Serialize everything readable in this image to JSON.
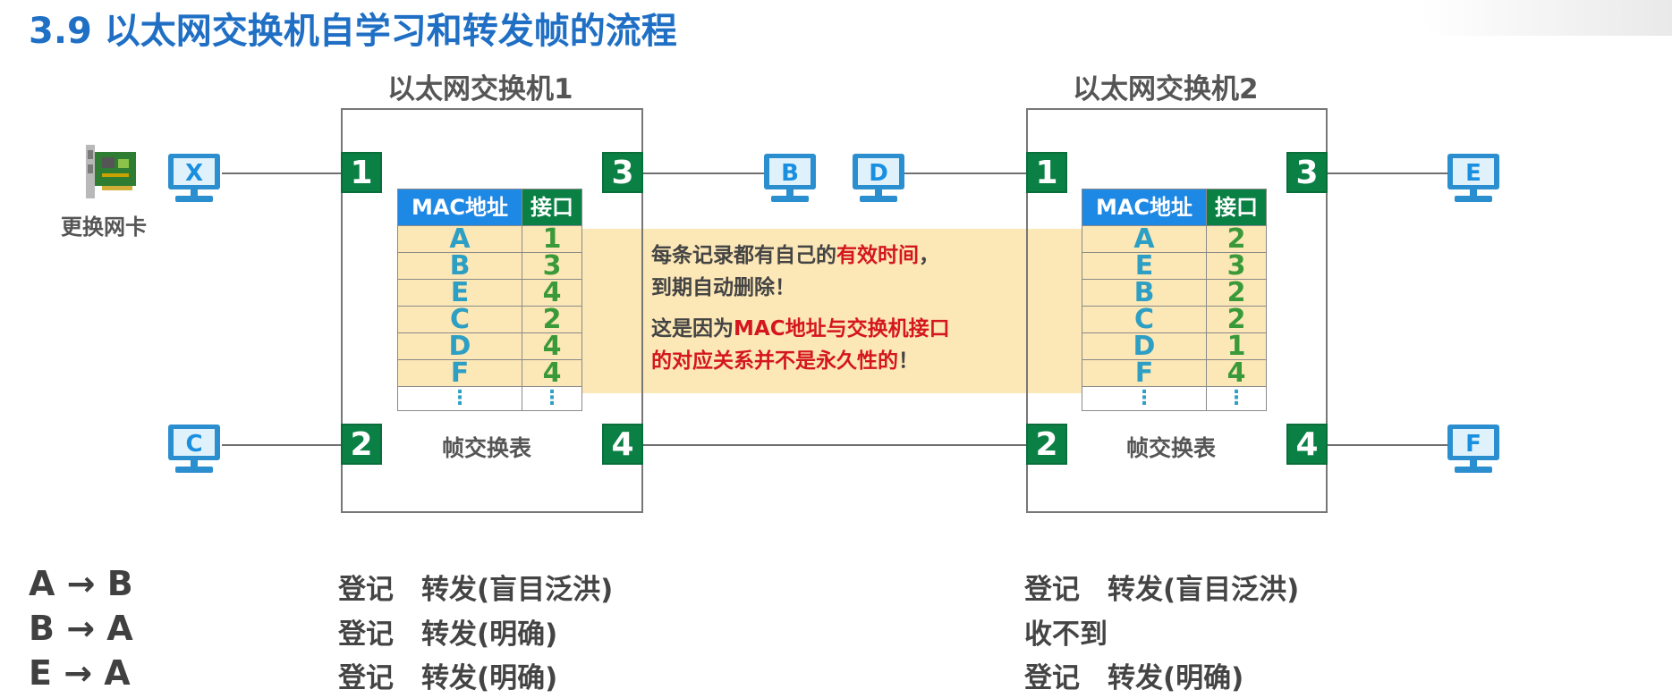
{
  "title": "3.9 以太网交换机自学习和转发帧的流程",
  "switch1": {
    "label": "以太网交换机1",
    "ports": [
      "1",
      "2",
      "3",
      "4"
    ],
    "table": {
      "header_mac": "MAC地址",
      "header_port": "接口",
      "rows": [
        {
          "mac": "A",
          "port": "1"
        },
        {
          "mac": "B",
          "port": "3"
        },
        {
          "mac": "E",
          "port": "4"
        },
        {
          "mac": "C",
          "port": "2"
        },
        {
          "mac": "D",
          "port": "4"
        },
        {
          "mac": "F",
          "port": "4"
        }
      ],
      "ellipsis": "⋮",
      "caption": "帧交换表"
    }
  },
  "switch2": {
    "label": "以太网交换机2",
    "ports": [
      "1",
      "2",
      "3",
      "4"
    ],
    "table": {
      "header_mac": "MAC地址",
      "header_port": "接口",
      "rows": [
        {
          "mac": "A",
          "port": "2"
        },
        {
          "mac": "E",
          "port": "3"
        },
        {
          "mac": "B",
          "port": "2"
        },
        {
          "mac": "C",
          "port": "2"
        },
        {
          "mac": "D",
          "port": "1"
        },
        {
          "mac": "F",
          "port": "4"
        }
      ],
      "ellipsis": "⋮",
      "caption": "帧交换表"
    }
  },
  "hosts": {
    "x": "X",
    "c": "C",
    "b": "B",
    "d": "D",
    "e": "E",
    "f": "F"
  },
  "nic_label": "更换网卡",
  "note": {
    "line1_a": "每条记录都有自己的",
    "line1_red": "有效时间",
    "line1_b": "，",
    "line2": "到期自动删除！",
    "line3_a": "这是因为",
    "line3_red": "MAC地址与交换机接口",
    "line4_red": "的对应关系并不是永久性的",
    "line4_b": "！"
  },
  "flows": [
    {
      "label": "A → B",
      "sw1": "登记　转发(盲目泛洪)",
      "sw2": "登记　转发(盲目泛洪)"
    },
    {
      "label": "B → A",
      "sw1": "登记　转发(明确)",
      "sw2": "收不到"
    },
    {
      "label": "E → A",
      "sw1": "登记　转发(明确)",
      "sw2": "登记　转发(明确)"
    }
  ],
  "colors": {
    "title": "#1f6fc5",
    "port": "#0b8045",
    "mac_header": "#1e88e5",
    "highlight": "#fce7b6",
    "warning_text": "#d4161e"
  }
}
